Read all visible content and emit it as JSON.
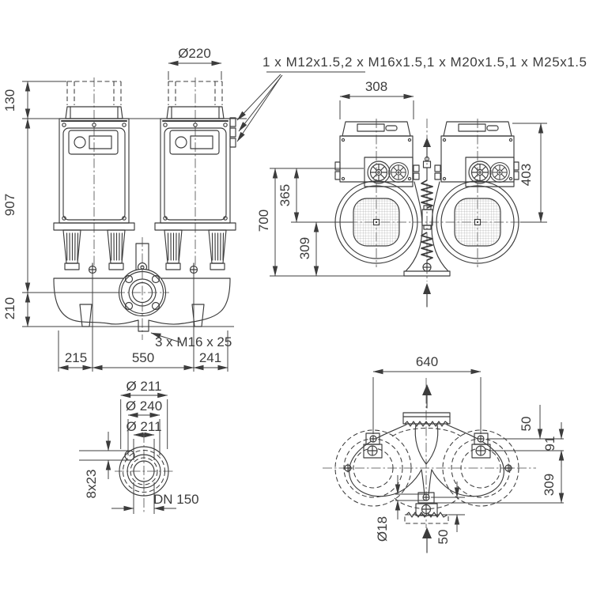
{
  "drawing": {
    "description": "Dimensional drawing of a twin-head in-line pump, four orthographic views",
    "colors": {
      "line": "#3c3c3c",
      "background": "#ffffff"
    },
    "note_glands": "1 x M12x1.5,2 x M16x1.5,1 x M20x1.5,1 x M25x1.5",
    "front": {
      "dia_port": "Ø220",
      "h_clearance": "130",
      "h_total": "907",
      "h_base": "210",
      "w_left": "215",
      "w_center": "550",
      "w_right": "241",
      "note_plug": "3 x M16 x 25"
    },
    "side": {
      "w_module": "308",
      "h_total": "700",
      "h_center": "365",
      "h_lower": "309",
      "h_module": "403"
    },
    "flange": {
      "dia_outer_top": "Ø 211",
      "dia_mid": "Ø 240",
      "dia_inner": "Ø 211",
      "holes": "8x23",
      "nominal_bore": "DN 150"
    },
    "plan": {
      "w_bolt_span": "640",
      "off_top": "50",
      "off_mid": "91",
      "off_low": "309",
      "hole_dia": "Ø18",
      "off_flange": "50"
    }
  }
}
